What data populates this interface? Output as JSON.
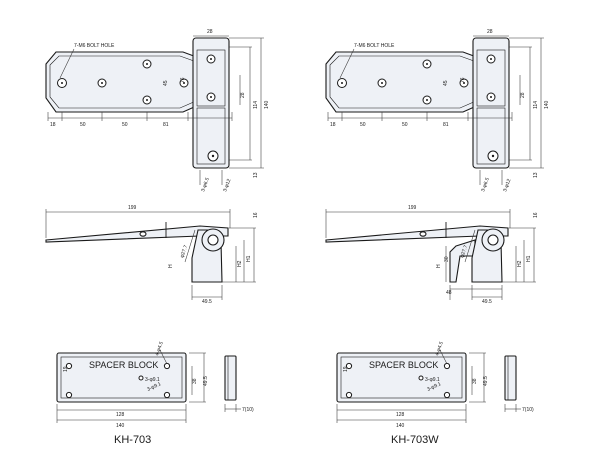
{
  "models": [
    {
      "caption": "KH-703",
      "top": {
        "bolt_note": "7-M6 BOLT HOLE",
        "d_top": "28",
        "d_18": "18",
        "d_50a": "50",
        "d_50b": "50",
        "d_81": "81",
        "d_76": "76",
        "d_45": "45",
        "d_28": "28",
        "d_114": "114",
        "d_140": "140",
        "d_13": "13",
        "d_phi5": "3-φ6.5",
        "d_phi2": "3-φ12"
      },
      "side": {
        "d_199": "199",
        "d_16": "16",
        "d_r": "φ27.7",
        "d_h": "H",
        "d_h2": "H2",
        "d_h1": "H1",
        "d_495": "49.5"
      },
      "spacer": {
        "label": "SPACER BLOCK",
        "d_45": "4-φ4.5",
        "d_a": "3-φ9.1",
        "d_b": "3-φ9.1",
        "d_19": "19",
        "d_38": "38",
        "d_495": "49.5",
        "d_128": "128",
        "d_140": "140",
        "d_710": "7(10)"
      }
    },
    {
      "caption": "KH-703W",
      "top": {
        "bolt_note": "7-M6 BOLT HOLE",
        "d_top": "28",
        "d_18": "18",
        "d_50a": "50",
        "d_50b": "50",
        "d_81": "81",
        "d_76": "76",
        "d_45": "45",
        "d_28": "28",
        "d_114": "114",
        "d_140": "140",
        "d_13": "13",
        "d_phi5": "3-φ6.5",
        "d_phi2": "3-φ12"
      },
      "side": {
        "d_199": "199",
        "d_16": "16",
        "d_r": "φ27.7",
        "d_h": "H",
        "d_h2": "H2",
        "d_h1": "H1",
        "d_495": "49.5",
        "d_30": "30",
        "d_48": "48"
      },
      "spacer": {
        "label": "SPACER BLOCK",
        "d_45": "4-φ4.5",
        "d_a": "3-φ9.1",
        "d_b": "3-φ9.1",
        "d_19": "19",
        "d_38": "38",
        "d_495": "49.5",
        "d_128": "128",
        "d_140": "140",
        "d_710": "7(10)"
      }
    }
  ]
}
